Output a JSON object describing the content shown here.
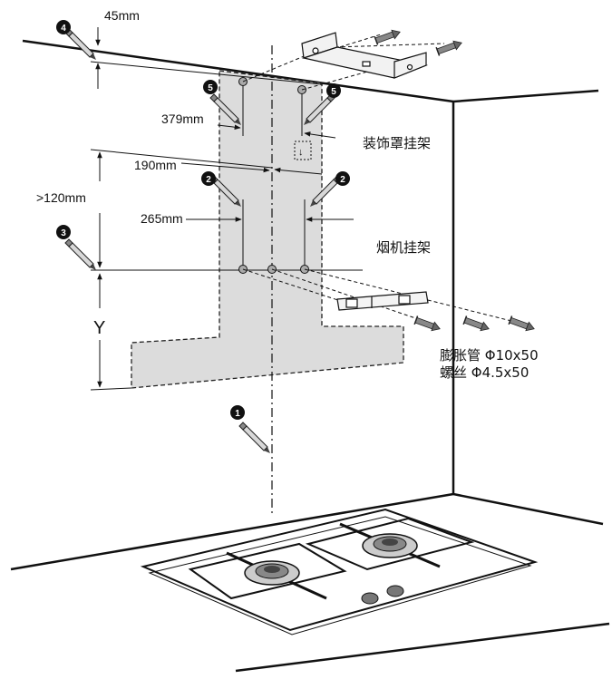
{
  "dimensions": {
    "top_offset": "45mm",
    "bracket_span": "379mm",
    "hole_offset": "190mm",
    "hood_bracket_span": "265mm",
    "min_height": ">120mm",
    "y_label": "Y"
  },
  "labels": {
    "cover_bracket": "装饰罩挂架",
    "hood_bracket": "烟机挂架",
    "anchor_spec": "膨胀管 Φ10x50",
    "screw_spec": "螺丝 Φ4.5x50"
  },
  "steps": [
    "1",
    "2",
    "2",
    "3",
    "4",
    "5",
    "5"
  ]
}
